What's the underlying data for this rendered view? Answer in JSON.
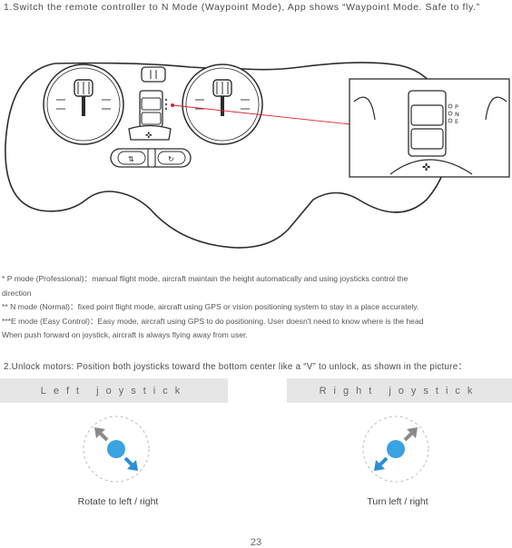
{
  "step1": {
    "text": "1.Switch the remote controller to N Mode (Waypoint Mode), App shows “Waypoint Mode. Safe to fly.”"
  },
  "controller": {
    "mode_labels": [
      "P",
      "N",
      "E"
    ]
  },
  "notes": {
    "p_mode": "*     P mode (Professional)：manual flight mode, aircraft maintain the height automatically and using joysticks control the",
    "p_mode_cont": "direction",
    "n_mode": "**   N mode (Normal)：fixed point flight mode, aircraft using GPS or vision positioning system to stay in a place accurately.",
    "e_mode": "***E mode (Easy  Control)：Easy mode, aircraft using GPS to do positioning. User doesn't need to know where is the head",
    "e_mode_cont": "When push forward on joystick, aircraft is always flying away from user."
  },
  "step2": {
    "text": "2.Unlock motors: Position both joysticks toward the bottom center like a “V” to unlock, as shown in the picture："
  },
  "joysticks": {
    "left_label": "Left joystick",
    "right_label": "Right joystick",
    "left_caption": "Rotate to left / right",
    "right_caption": "Turn left / right"
  },
  "colors": {
    "stick_blue": "#3aa3e0",
    "arrow_blue": "#2a8fd6",
    "arrow_gray": "#8a8a8a",
    "indicator_red": "#d9232e",
    "label_bg": "#e6e6e6"
  },
  "page": {
    "number": "23"
  }
}
